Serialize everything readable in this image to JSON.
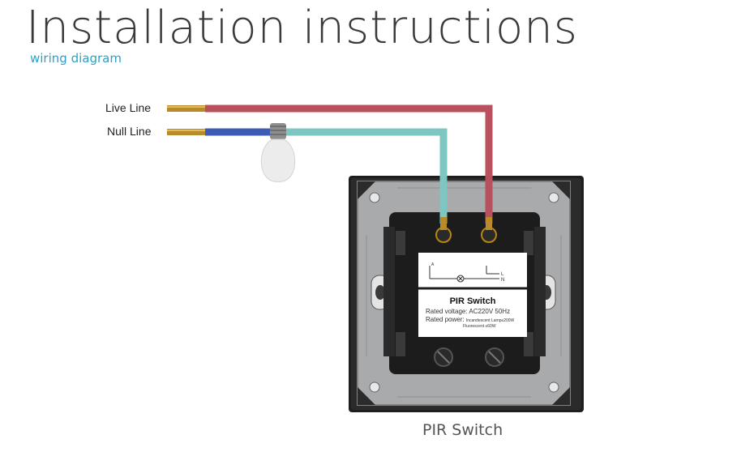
{
  "header": {
    "title": "Installation instructions",
    "subtitle": "wiring diagram"
  },
  "wires": {
    "live_label": "Live Line",
    "null_label": "Null Line"
  },
  "device": {
    "caption": "PIR Switch",
    "label_title": "PIR Switch",
    "rated_voltage": "Rated voltage: AC220V 50Hz",
    "rated_power": "Rated power:",
    "power_incandescent": "Incandescent Lamp≤200W",
    "power_fluorescent": "Fluorescent ≤60W",
    "terminal_l": "L",
    "terminal_n": "N",
    "terminal_a": "A"
  },
  "colors": {
    "live_wire": "#b9505e",
    "null_wire": "#3d5bb5",
    "load_wire": "#7ec6c2",
    "accent": "#2aa1c8"
  },
  "icons": [
    "light-bulb-icon",
    "screw-hole-icon"
  ]
}
